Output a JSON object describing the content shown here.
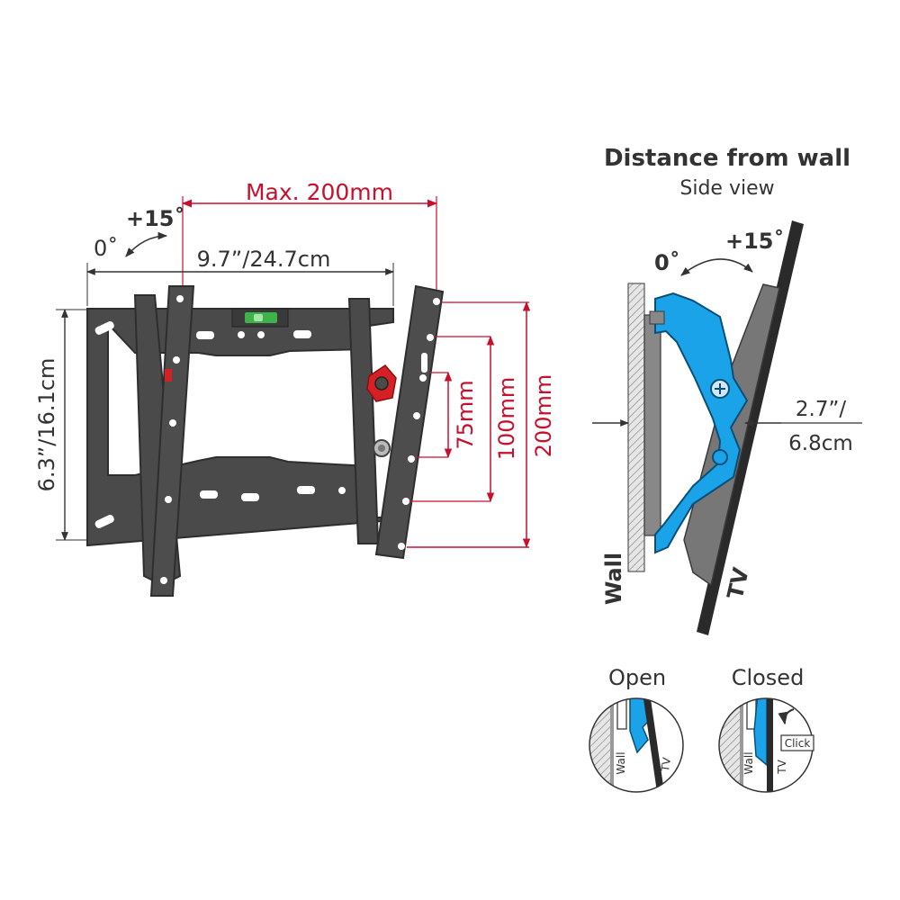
{
  "colors": {
    "bracket": "#4a4a4a",
    "bracket_edge": "#2e2e2e",
    "dimension_red": "#c8102e",
    "dimension_dark": "#333333",
    "arm_blue": "#1aa3e8",
    "level_green": "#3db34a",
    "lock_red": "#d71f26",
    "wall_hatch": "#9a9a9a",
    "tv_panel": "#2a2a2a"
  },
  "front_view": {
    "max_vesa_label": "Max. 200mm",
    "width_label": "9.7”/24.7cm",
    "height_label": "6.3”/16.1cm",
    "tilt_max_label": "+15˚",
    "tilt_min_label": "0˚",
    "vesa_labels": [
      "75mm",
      "100mm",
      "200mm"
    ]
  },
  "side_view": {
    "title": "Distance from wall",
    "subtitle": "Side view",
    "tilt_max_label": "+15˚",
    "tilt_min_label": "0˚",
    "distance_label_line1": "2.7”/",
    "distance_label_line2": "6.8cm",
    "wall_label": "Wall",
    "tv_label": "TV"
  },
  "lock_states": {
    "open_label": "Open",
    "closed_label": "Closed",
    "click_label": "Click",
    "wall_label": "Wall",
    "tv_label": "TV"
  }
}
